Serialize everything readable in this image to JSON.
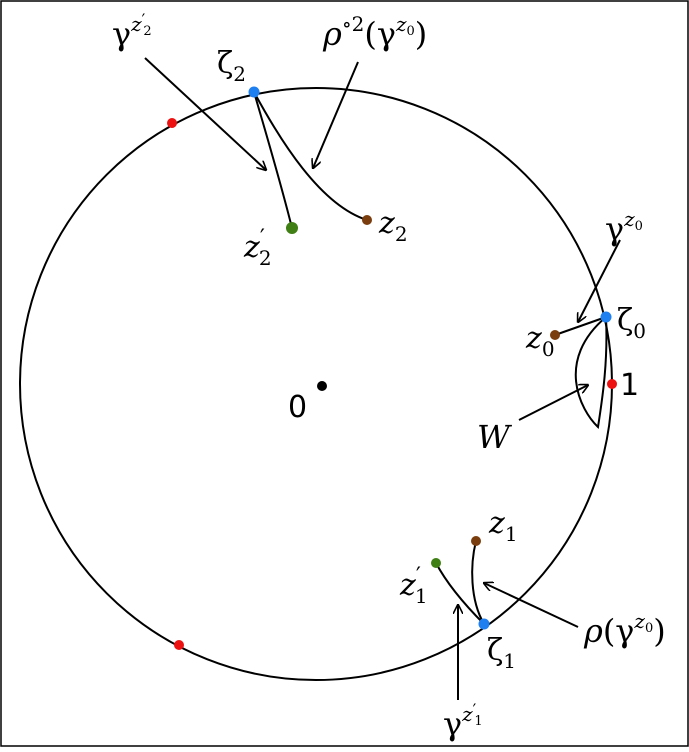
{
  "diagram": {
    "colors": {
      "stroke": "#000000",
      "blue": "#1e7ff0",
      "red": "#ee1111",
      "brown": "#7a3d0e",
      "green": "#3f7f14",
      "black": "#000000"
    },
    "labels": {
      "origin": "0",
      "one": "1",
      "W": "W",
      "zeta0": "ζ₀",
      "zeta1": "ζ₁",
      "zeta2": "ζ₂",
      "z0": "z₀",
      "z1": "z₁",
      "z2": "z₂",
      "z1p": "z′₁",
      "z2p": "z′₂",
      "gamma_z0": "γ^{z₀}",
      "gamma_z1p": "γ^{z′₁}",
      "gamma_z2p": "γ^{z′₂}",
      "rho_gamma_z0": "ρ(γ^{z₀})",
      "rho2_gamma_z0": "ρ^{∘2}(γ^{z₀})"
    }
  }
}
